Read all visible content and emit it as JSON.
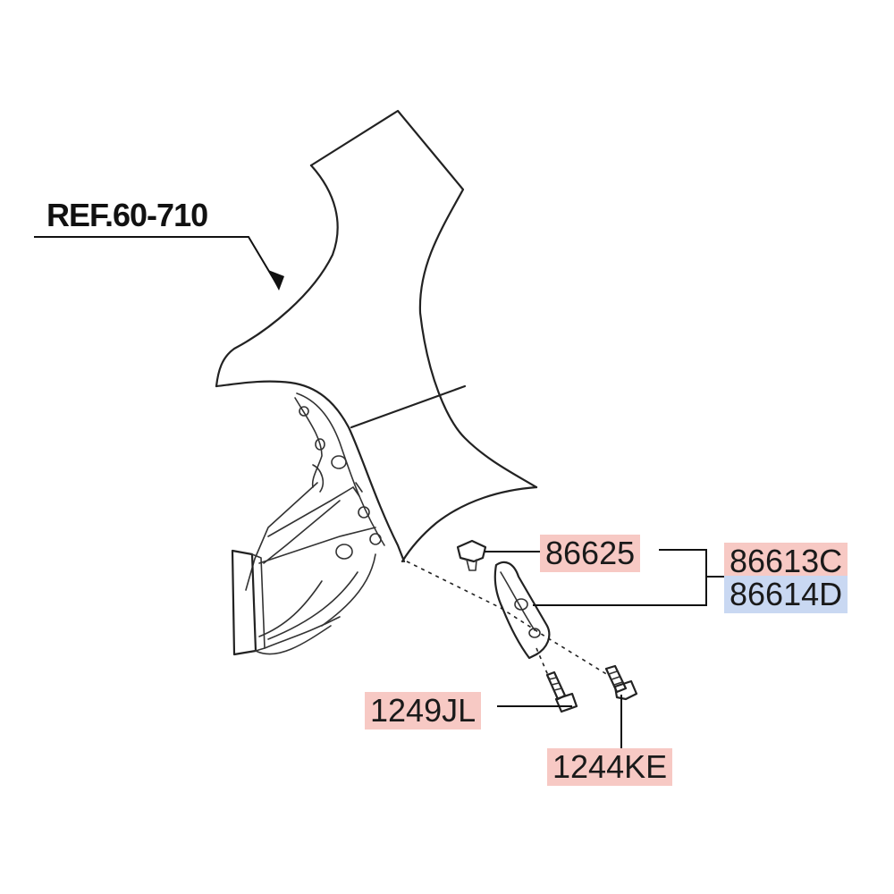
{
  "ref_label": "REF.60-710",
  "parts": {
    "clip": "86625",
    "mudguard_left": "86613C",
    "mudguard_right": "86614D",
    "screw_small": "1249JL",
    "screw_tapping": "1244KE"
  },
  "colors": {
    "label_highlight": "#f7c9c4",
    "label_highlight_alt": "#c9d8f2",
    "line": "#222222"
  }
}
